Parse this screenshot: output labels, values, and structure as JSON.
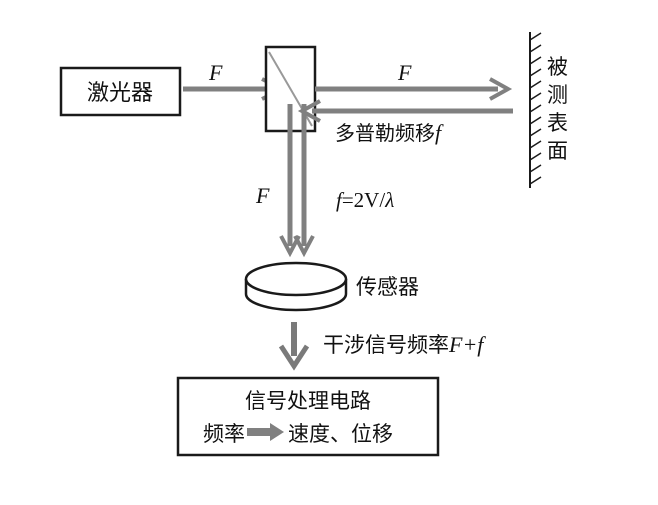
{
  "labels": {
    "laser": "激光器",
    "beam_in": "F",
    "beam_out": "F",
    "beam_down": "F",
    "surface": [
      "被",
      "测",
      "表",
      "面"
    ],
    "doppler_prefix": "多普勒频移",
    "doppler_symbol": "f",
    "formula_f": "f",
    "formula_rest": "=2V/",
    "formula_lambda": "λ",
    "sensor": "传感器",
    "interference_prefix": "干涉信号频率",
    "interference_formula": "F+f",
    "circuit_title": "信号处理电路",
    "circuit_freq": "频率",
    "circuit_result": "速度、位移"
  },
  "colors": {
    "beam": "#808080",
    "line": "#1a1a1a",
    "arrow_gray": "#7a7a7a"
  }
}
